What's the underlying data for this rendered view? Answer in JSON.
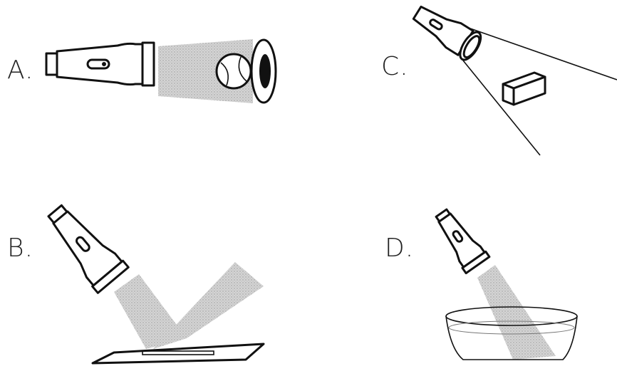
{
  "labels": {
    "a": "A.",
    "b": "B.",
    "c": "C.",
    "d": "D."
  },
  "colors": {
    "line": "#111111",
    "beam": "#c9c9c9"
  }
}
